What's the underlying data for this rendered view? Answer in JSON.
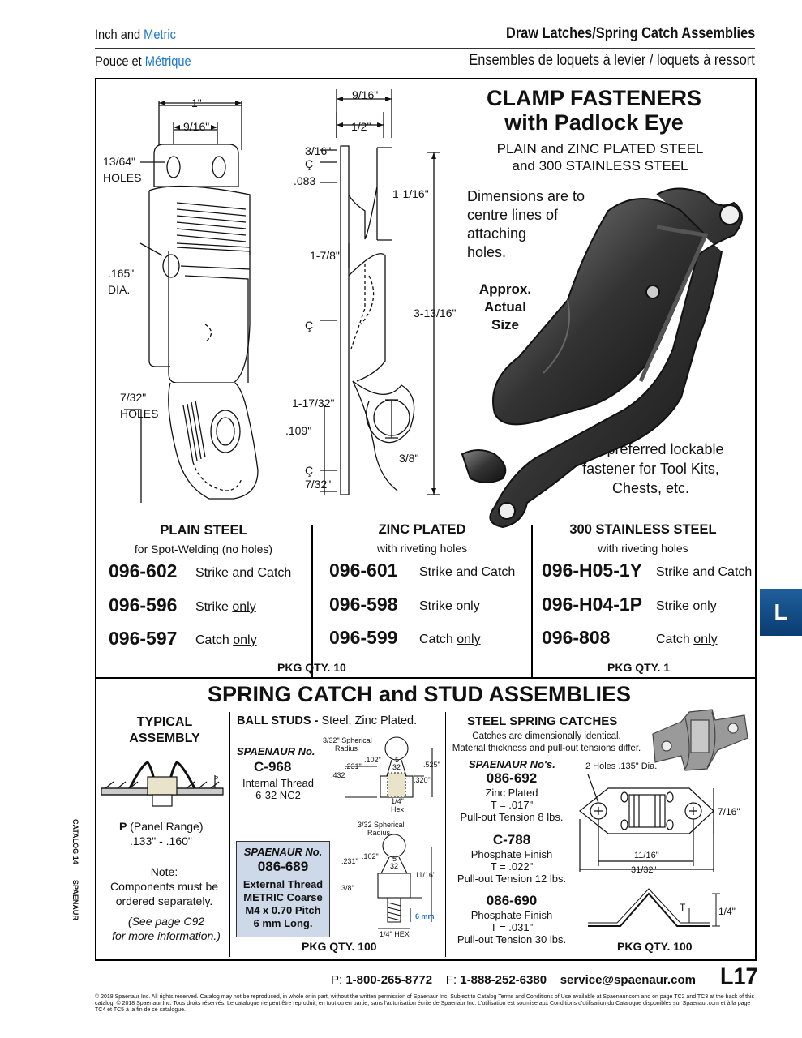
{
  "header": {
    "left_top_plain": "Inch and ",
    "left_top_blue": "Metric",
    "left_bottom_plain": "Pouce et ",
    "left_bottom_blue": "Métrique",
    "right_top": "Draw Latches/Spring Catch Assemblies",
    "right_bottom": "Ensembles de loquets à levier / loquets à ressort"
  },
  "clamp": {
    "title_line1": "CLAMP FASTENERS",
    "title_line2": "with Padlock Eye",
    "subtitle_line1": "PLAIN and ZINC PLATED STEEL",
    "subtitle_line2": "and 300 STAINLESS STEEL",
    "note_dims": [
      "Dimensions are to",
      "centre lines of",
      "attaching",
      "holes."
    ],
    "approx": [
      "Approx.",
      "Actual",
      "Size"
    ],
    "preferred": [
      "The preferred lockable",
      "fastener for Tool Kits,",
      "Chests, etc."
    ],
    "dims_front": {
      "d1": "1\"",
      "d2": "9/16\"",
      "holes1a": "13/64\"",
      "holes1b": "HOLES",
      "dia1": ".165\"",
      "dia2": "DIA.",
      "holes2a": "7/32\"",
      "holes2b": "HOLES"
    },
    "dims_side": {
      "a": "9/16\"",
      "b": "1/2\"",
      "c": "3/16\"",
      "cl1": "Ç",
      "d": ".083",
      "e": "1-1/16\"",
      "f": "1-7/8\"",
      "cl2": "Ç",
      "g": "3-13/16\"",
      "h": "1-17/32\"",
      "i": ".109\"",
      "j": "3/8\"",
      "cl3": "Ç",
      "k": "7/32\""
    },
    "columns": [
      {
        "head": "PLAIN STEEL",
        "sub": "for Spot-Welding (no holes)",
        "rows": [
          {
            "no": "096-602",
            "desc": "Strike and Catch",
            "under": ""
          },
          {
            "no": "096-596",
            "desc": "Strike ",
            "under": "only"
          },
          {
            "no": "096-597",
            "desc": "Catch ",
            "under": "only"
          }
        ]
      },
      {
        "head": "ZINC PLATED",
        "sub": "with riveting holes",
        "rows": [
          {
            "no": "096-601",
            "desc": "Strike and Catch",
            "under": ""
          },
          {
            "no": "096-598",
            "desc": "Strike ",
            "under": "only"
          },
          {
            "no": "096-599",
            "desc": "Catch ",
            "under": "only"
          }
        ]
      },
      {
        "head": "300 STAINLESS STEEL",
        "sub": "with riveting holes",
        "rows": [
          {
            "no": "096-H05-1Y",
            "desc": "Strike and Catch",
            "under": ""
          },
          {
            "no": "096-H04-1P",
            "desc": "Strike ",
            "under": "only"
          },
          {
            "no": "096-808",
            "desc": "Catch ",
            "under": "only"
          }
        ]
      }
    ],
    "pkg_left": "PKG QTY. 10",
    "pkg_right": "PKG QTY. 1"
  },
  "spring": {
    "title": "SPRING CATCH and STUD ASSEMBLIES",
    "typical": [
      "TYPICAL",
      "ASSEMBLY"
    ],
    "panel_p": "P",
    "panel_range": "(Panel Range)",
    "panel_values": ".133\" - .160\"",
    "note": [
      "Note:",
      "Components must be",
      "ordered separately."
    ],
    "see_page": [
      "(See page C92",
      "for more information.)"
    ],
    "ball_head": "BALL STUDS - ",
    "ball_head_rest": "Steel, Zinc Plated.",
    "spaenaur_no": "SPAENAUR No.",
    "c968": "C-968",
    "c968_desc": [
      "Internal Thread",
      "6-32 NC2"
    ],
    "box_no_label": "SPAENAUR No.",
    "box_no": "086-689",
    "box_desc": [
      "External Thread",
      "METRIC Coarse",
      "M4 x 0.70 Pitch",
      "6 mm Long."
    ],
    "pkg_ball": "PKG QTY. 100",
    "stud1_dims": {
      "a": "3/32\" Spherical",
      "b": "Radius",
      "c": ".102\"",
      "d": ".231\"",
      "e": "5",
      "f": "32",
      "g": ".525\"",
      "h": ".432",
      "i": ".320\"",
      "j": "1/4\"",
      "k": "Hex"
    },
    "stud2_dims": {
      "a": "3/32 Spherical",
      "b": "Radius",
      "c": ".102\"",
      "d": ".231\"",
      "e": "5",
      "f": "32",
      "g": "11/16\"",
      "h": "3/8\"",
      "i": "6 mm",
      "j": "1/4\" HEX"
    },
    "steel_head": "STEEL SPRING CATCHES",
    "steel_sub": [
      "Catches are dimensionally identical.",
      "Material thickness and pull-out tensions differ."
    ],
    "spaenaur_nos": "SPAENAUR No's.",
    "catches": [
      {
        "no": "086-692",
        "finish": "Zinc Plated",
        "t": "T = .017\"",
        "tension": "Pull-out Tension 8 lbs."
      },
      {
        "no": "C-788",
        "finish": "Phosphate Finish",
        "t": "T = .022\"",
        "tension": "Pull-out Tension 12 lbs."
      },
      {
        "no": "086-690",
        "finish": "Phosphate Finish",
        "t": "T = .031\"",
        "tension": "Pull-out Tension 30 lbs."
      }
    ],
    "catch_dims": {
      "holes": "2 Holes .135\" Dia.",
      "w1": "7/16\"",
      "w2": "11/16\"",
      "w3": "31/32\"",
      "t": "T",
      "h": "1/4\""
    },
    "pkg_steel": "PKG QTY. 100"
  },
  "tab": "L",
  "footer": {
    "p_label": "P: ",
    "phone": "1-800-265-8772",
    "f_label": "F: ",
    "fax": "1-888-252-6380",
    "email": "service@spaenaur.com",
    "page": "L17",
    "legal": "© 2018 Spaenaur Inc. All rights reserved. Catalog may not be reproduced, in whole or in part, without the written permission of Spaenaur Inc. Subject to Catalog Terms and Conditions of Use available at Spaenaur.com and on page TC2 and TC3 at the back of this catalog. © 2018 Spaenaur Inc. Tous droits réservés. Le catalogue ne peut être reproduit, en tout ou en partie, sans l'autorisation écrite de Spaenaur Inc. L'utilisation est soumise aux Conditions d'utilisation du Catalogue disponibles sur Spaenaur.com et à la page TC4 et TC5 à la fin de ce catalogue.",
    "side_catalog": "CATALOG 14",
    "side_brand": "SPAENAUR"
  }
}
